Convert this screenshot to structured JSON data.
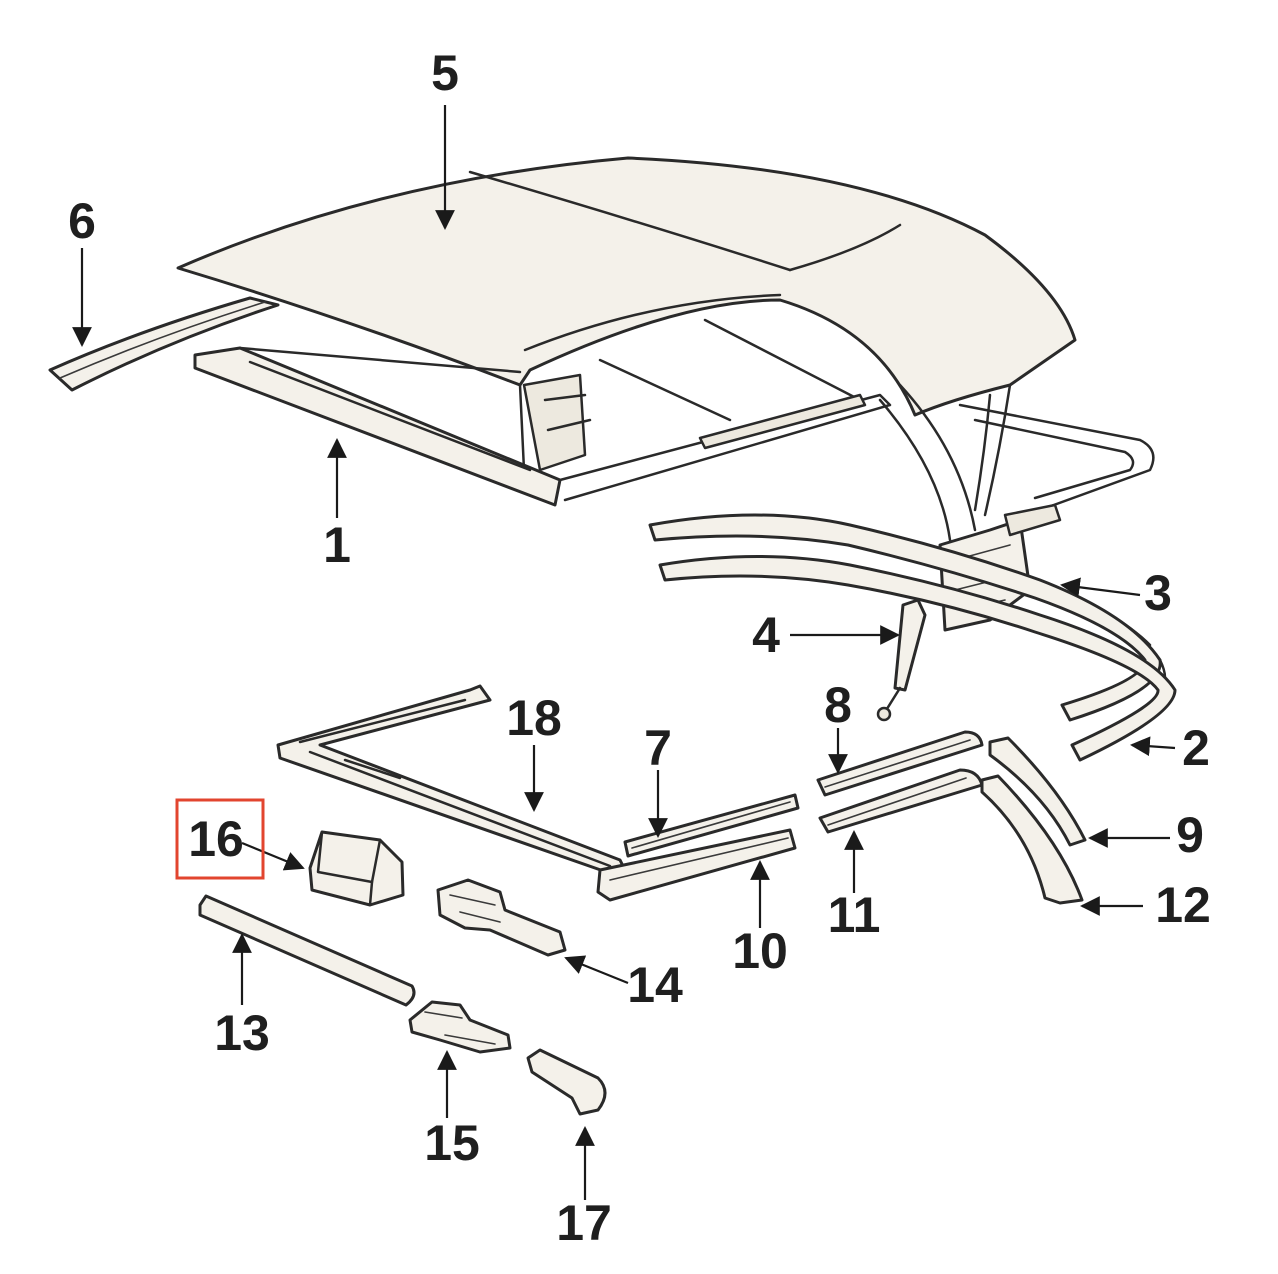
{
  "diagram": {
    "callouts": [
      "1",
      "2",
      "3",
      "4",
      "5",
      "6",
      "7",
      "8",
      "9",
      "10",
      "11",
      "12",
      "13",
      "14",
      "15",
      "16",
      "17",
      "18"
    ],
    "highlighted_callout": "16",
    "colors": {
      "highlight": "#e2452f",
      "ink": "#1f1f1f"
    }
  }
}
